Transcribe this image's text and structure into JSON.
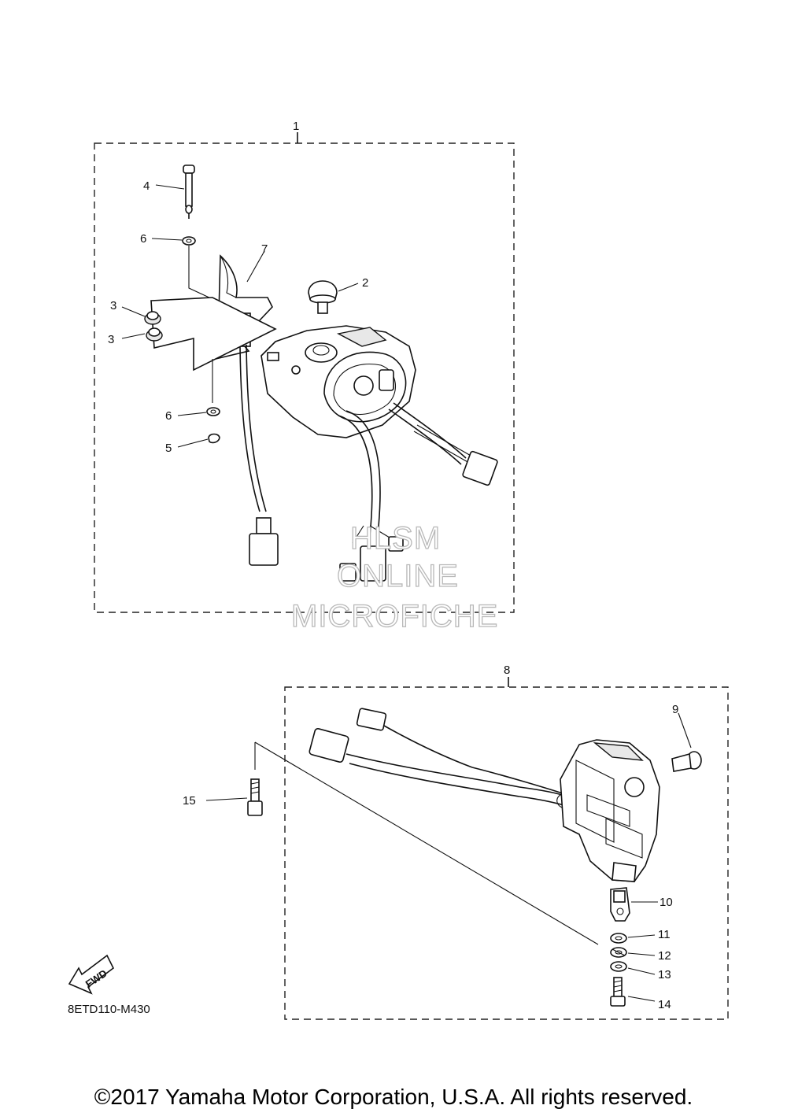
{
  "callouts": {
    "c1": "1",
    "c2": "2",
    "c3a": "3",
    "c3b": "3",
    "c4": "4",
    "c5": "5",
    "c6a": "6",
    "c6b": "6",
    "c7": "7",
    "c8": "8",
    "c9": "9",
    "c10": "10",
    "c11": "11",
    "c12": "12",
    "c13": "13",
    "c14": "14",
    "c15": "15"
  },
  "watermark": {
    "line1": "HLSM",
    "line2": "ONLINE",
    "line3": "MICROFICHE"
  },
  "diagram_code": "8ETD110-M430",
  "fwd_label": "FWD",
  "copyright": "©2017 Yamaha Motor Corporation, U.S.A. All rights reserved."
}
